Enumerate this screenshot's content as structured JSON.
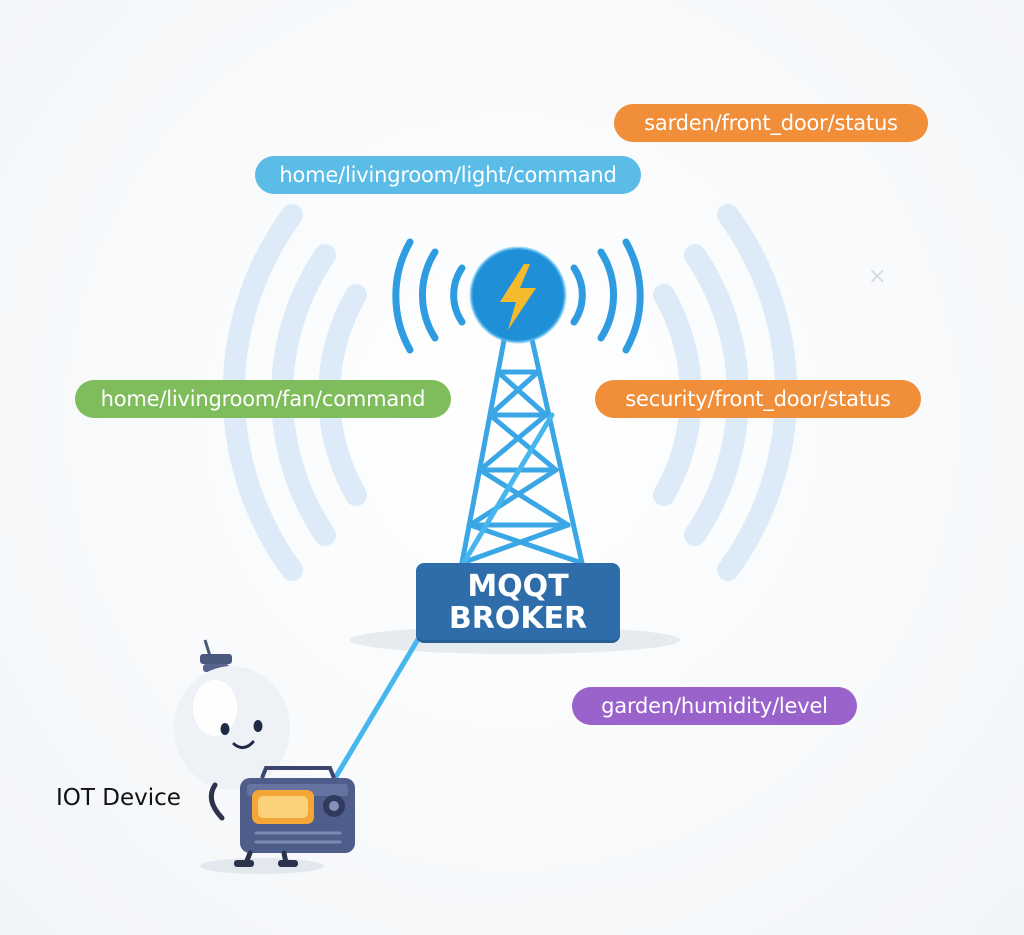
{
  "colors": {
    "orange": "#f08e3a",
    "blue": "#5bbce8",
    "green": "#7ebc5c",
    "purple": "#9a62cb",
    "broker": "#2e6da9",
    "tower": "#3aa6e6",
    "signal_light": "#dcebf7",
    "signal_dark": "#2f9be0"
  },
  "broker": {
    "line1": "MQQT",
    "line2": "BROKER",
    "icon": "lightning-bolt-icon"
  },
  "topics": {
    "orange_top": "sarden/front_door/status",
    "blue_top": "home/livingroom/light/command",
    "green": "home/livingroom/fan/command",
    "orange_mid": "security/front_door/status",
    "purple": "garden/humidity/level"
  },
  "device": {
    "label": "IOT Device",
    "icon": "lightbulb-radio-mascot-icon"
  },
  "decor": {
    "close_glyph": "×"
  }
}
